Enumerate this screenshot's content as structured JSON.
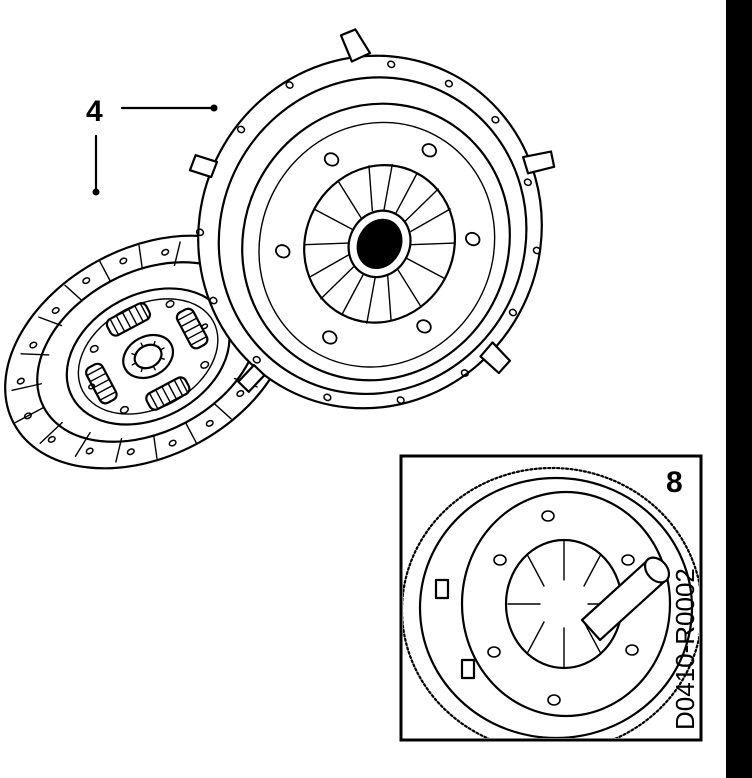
{
  "callouts": {
    "pressure_plate": "4",
    "clutch_disc": "4",
    "inset": "8"
  },
  "inset": {
    "drawing_code": "D0410-R0002"
  },
  "colors": {
    "line": "#000000",
    "background": "#ffffff",
    "side_bar": "#000000"
  }
}
